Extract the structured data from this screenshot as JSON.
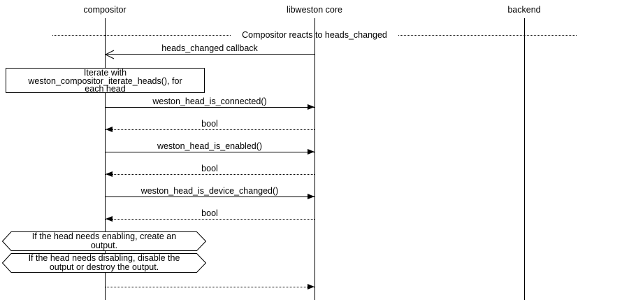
{
  "participants": [
    {
      "label": "compositor"
    },
    {
      "label": "libweston core"
    },
    {
      "label": "backend"
    }
  ],
  "divider": {
    "label": "Compositor reacts to heads_changed"
  },
  "messages": [
    {
      "label": "heads_changed callback",
      "from": "libweston core",
      "to": "compositor",
      "line": "solid",
      "arrowhead": "open"
    },
    {
      "label": "weston_head_is_connected()",
      "from": "compositor",
      "to": "libweston core",
      "line": "solid",
      "arrowhead": "filled"
    },
    {
      "label": "bool",
      "from": "libweston core",
      "to": "compositor",
      "line": "dotted",
      "arrowhead": "filled"
    },
    {
      "label": "weston_head_is_enabled()",
      "from": "compositor",
      "to": "libweston core",
      "line": "solid",
      "arrowhead": "filled"
    },
    {
      "label": "bool",
      "from": "libweston core",
      "to": "compositor",
      "line": "dotted",
      "arrowhead": "filled"
    },
    {
      "label": "weston_head_is_device_changed()",
      "from": "compositor",
      "to": "libweston core",
      "line": "solid",
      "arrowhead": "filled"
    },
    {
      "label": "bool",
      "from": "libweston core",
      "to": "compositor",
      "line": "dotted",
      "arrowhead": "filled"
    },
    {
      "label": "",
      "from": "compositor",
      "to": "libweston core",
      "line": "dotted",
      "arrowhead": "filled"
    }
  ],
  "notes": {
    "iterate_box": {
      "lines": [
        "Iterate with",
        "weston_compositor_iterate_heads(), for",
        "each head"
      ]
    },
    "enable_hex": {
      "lines": [
        "If the head needs enabling, create an",
        "output."
      ]
    },
    "disable_hex": {
      "lines": [
        "If the head needs disabling, disable the",
        "output or destroy the output."
      ]
    }
  },
  "colors": {
    "line": "#000000",
    "background": "#ffffff",
    "text": "#000000"
  }
}
